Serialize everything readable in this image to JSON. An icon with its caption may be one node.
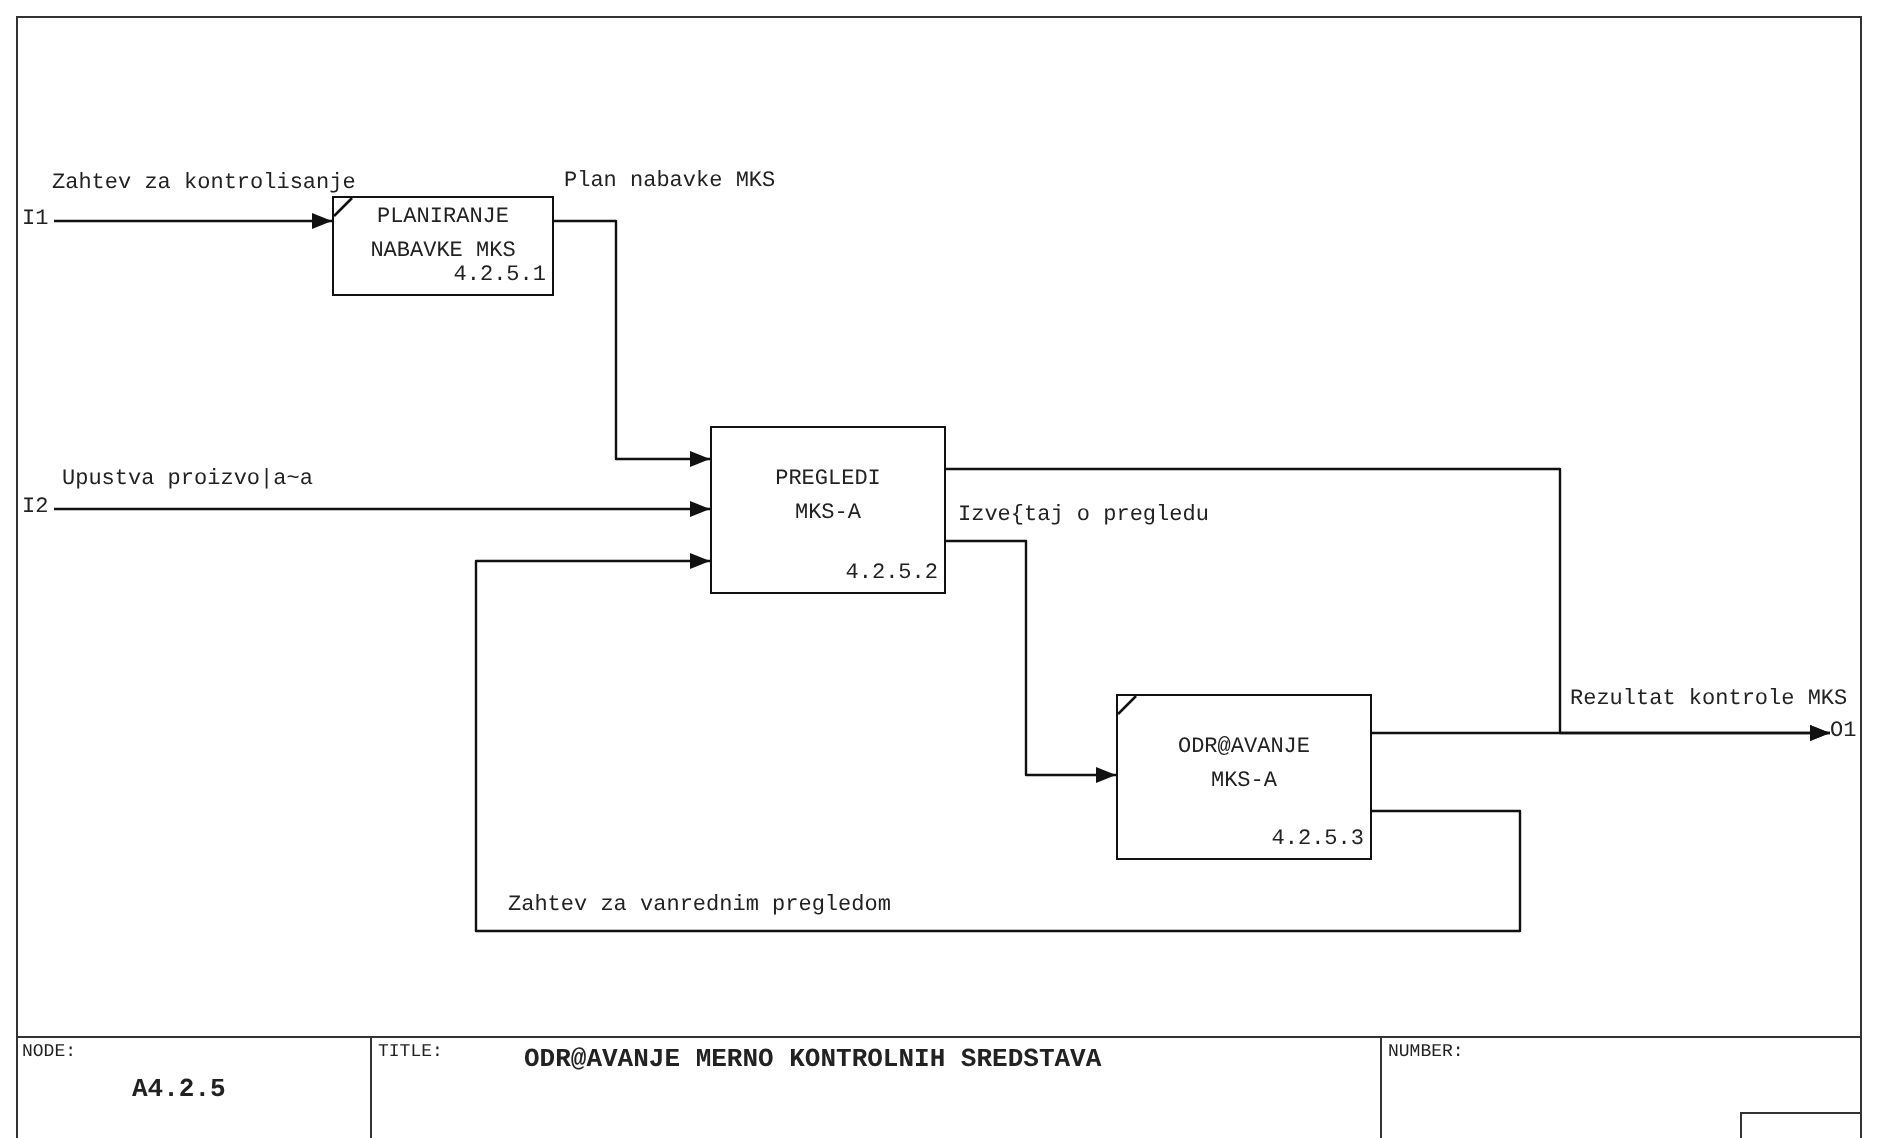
{
  "diagram": {
    "title": "ODR@AVANJE MERNO KONTROLNIH SREDSTAVA",
    "nodes": [
      {
        "text": [
          "PLANIRANJE NABAVKE MKS",
          "4.2.5.1"
        ]
      },
      {
        "text": [
          "PREGLEDI MKS-A",
          "4.2.5.2"
        ]
      },
      {
        "text": [
          "ODR@AVANJE MKS-A",
          "4.2.5.3"
        ]
      },
      {
        "text": [
          "I1"
        ]
      },
      {
        "text": [
          "I2"
        ]
      },
      {
        "text": [
          "O1"
        ]
      }
    ],
    "edges": [
      {
        "from": 3,
        "to": 0,
        "arrow": "to",
        "label": "Zahtev za kontrolisanje"
      },
      {
        "from": 0,
        "to": 1,
        "arrow": "to",
        "label": "Plan nabavke MKS"
      },
      {
        "from": 4,
        "to": 1,
        "arrow": "to",
        "label": "Upustva proizvo|a~a"
      },
      {
        "from": 1,
        "to": 2,
        "arrow": "to",
        "label": "Izve{taj o pregledu"
      },
      {
        "from": 1,
        "to": 5,
        "arrow": "to"
      },
      {
        "from": 2,
        "to": 5,
        "arrow": "to",
        "label": "Rezultat kontrole MKS"
      },
      {
        "from": 2,
        "to": 1,
        "arrow": "to",
        "label": "Zahtev za vanrednim pregledom"
      }
    ],
    "labels": [
      "NODE:",
      "A4.2.5",
      "TITLE:",
      "NUMBER:"
    ]
  }
}
